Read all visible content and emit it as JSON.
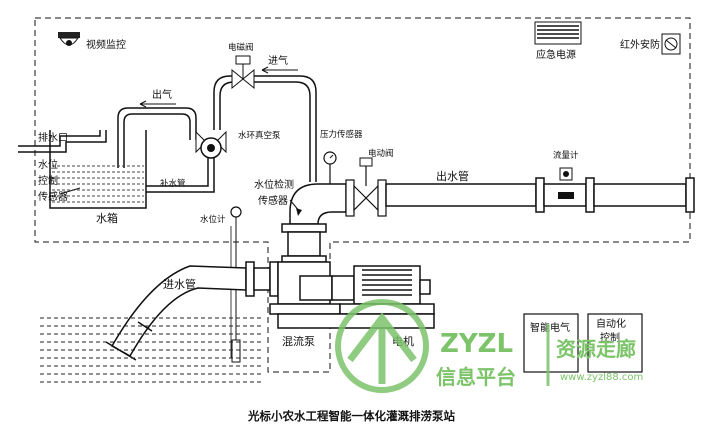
{
  "caption": "光标小农水工程智能一体化灌溉排涝泵站",
  "labels": {
    "video_monitor": "视频监控",
    "emergency_power": "应急电源",
    "infrared_security": "红外安防",
    "solenoid_valve": "电磁阀",
    "air_intake": "进气",
    "air_outlet": "出气",
    "water_ring_vacuum_pump": "水环真空泵",
    "drain_outlet": "排水口",
    "water_level_control_sensor_1": "水位",
    "water_level_control_sensor_2": "控制",
    "water_level_control_sensor_3": "传感器",
    "refill_pipe": "补水管",
    "water_tank": "水箱",
    "pressure_sensor": "压力传感器",
    "electric_valve": "电动阀",
    "flow_meter": "流量计",
    "outlet_pipe": "出水管",
    "water_level_detect_sensor_1": "水位检测",
    "water_level_detect_sensor_2": "传感器",
    "water_level_gauge": "水位计",
    "inlet_pipe": "进水管",
    "mixed_flow_pump": "混流泵",
    "motor": "电机",
    "smart_electrical": "智能电气",
    "automation_control_1": "自动化",
    "automation_control_2": "控制"
  },
  "watermark": {
    "brand": "ZYZL",
    "cn_left": "信息平台",
    "cn_right": "资源走廊",
    "url": "www.zyzl88.com"
  },
  "colors": {
    "line": "#111111",
    "watermark": "#7cc36a",
    "water_dash": "#222222"
  }
}
